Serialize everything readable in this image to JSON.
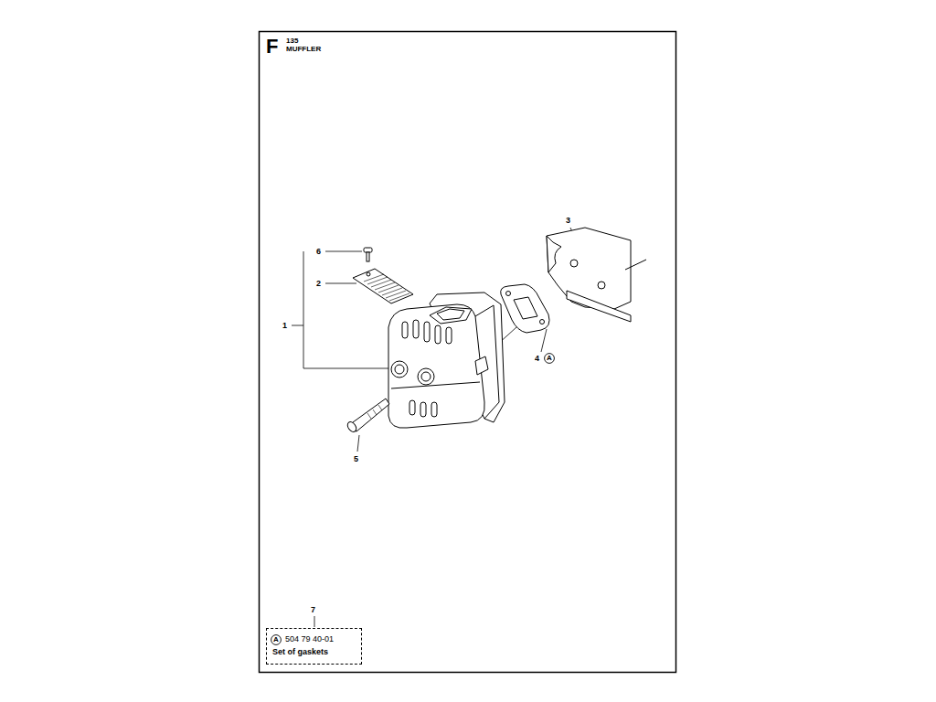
{
  "diagram": {
    "title": "MUFFLER",
    "nodes": [
      {
        "text": [
          "A"
        ]
      },
      {
        "text": [
          "504 79 40-01",
          "Set of gaskets"
        ]
      },
      {
        "text": [
          "A"
        ],
        "in": 1
      }
    ],
    "labels": [
      "F",
      "135",
      "6",
      "2",
      "1",
      "3",
      "4",
      "5",
      "7"
    ]
  }
}
